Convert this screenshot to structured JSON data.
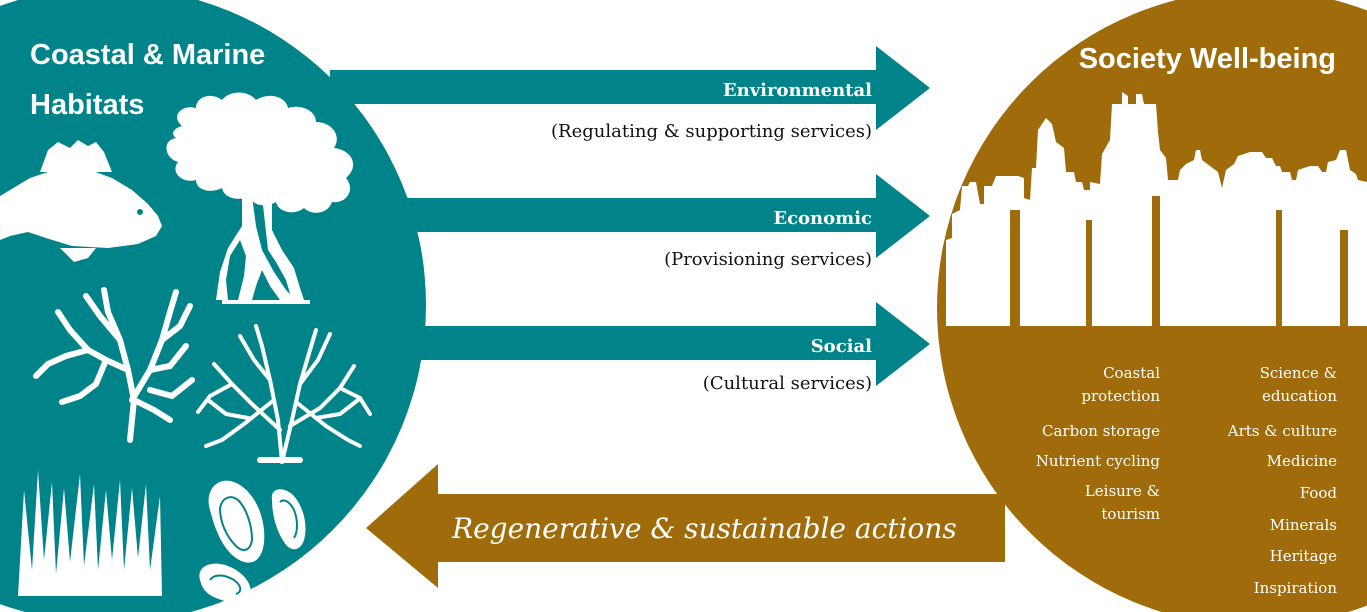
{
  "colors": {
    "teal": "#008489",
    "brown": "#A06B0A",
    "white": "#FFFFFF",
    "text": "#111111"
  },
  "left_circle": {
    "title_line1": "Coastal & Marine",
    "title_line2": "Habitats",
    "icons": [
      "fish-icon",
      "mangrove-tree-icon",
      "coral-icon",
      "seaweed-icon",
      "seagrass-icon",
      "oyster-icon"
    ]
  },
  "right_circle": {
    "title": "Society Well-being",
    "icons": [
      "city-skyline-icon"
    ],
    "benefits_left": [
      {
        "line1": "Coastal",
        "line2": "protection"
      },
      {
        "line1": "Carbon storage",
        "line2": ""
      },
      {
        "line1": "Nutrient cycling",
        "line2": ""
      },
      {
        "line1": "Leisure &",
        "line2": "tourism"
      }
    ],
    "benefits_right": [
      {
        "line1": "Science &",
        "line2": "education"
      },
      {
        "line1": "Arts & culture",
        "line2": ""
      },
      {
        "line1": "Medicine",
        "line2": ""
      },
      {
        "line1": "Food",
        "line2": ""
      },
      {
        "line1": "Minerals",
        "line2": ""
      },
      {
        "line1": "Heritage",
        "line2": ""
      },
      {
        "line1": "Inspiration",
        "line2": ""
      }
    ]
  },
  "arrows": [
    {
      "label": "Environmental",
      "sublabel": "(Regulating & supporting services)"
    },
    {
      "label": "Economic",
      "sublabel": "(Provisioning services)"
    },
    {
      "label": "Social",
      "sublabel": "(Cultural services)"
    }
  ],
  "return_arrow": {
    "label": "Regenerative & sustainable actions"
  }
}
